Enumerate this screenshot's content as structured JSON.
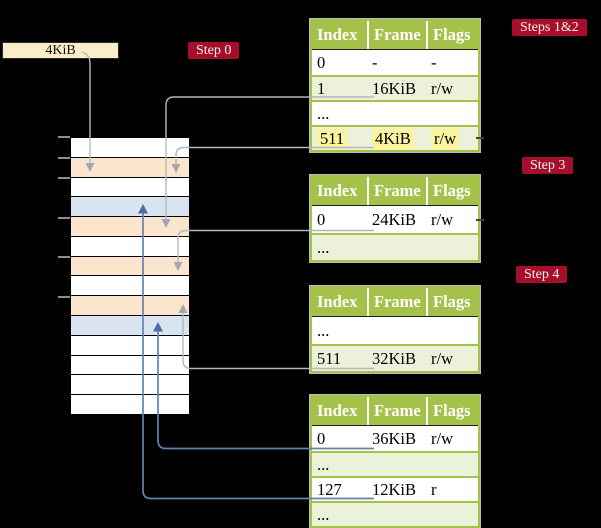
{
  "frame_label": {
    "text": "4KiB"
  },
  "badges": {
    "step0": "Step 0",
    "steps12": "Steps 1&2",
    "step3": "Step 3",
    "step4": "Step 4"
  },
  "memory": {
    "description": "physical memory frames, one row = 4KiB frame region",
    "rows": [
      "free",
      "page-table",
      "free",
      "mapped-page",
      "page-table",
      "free",
      "page-table",
      "free",
      "page-table",
      "mapped-page",
      "free",
      "free",
      "free",
      "free"
    ]
  },
  "tables": {
    "t1": {
      "headers": [
        "Index",
        "Frame",
        "Flags"
      ],
      "rows": [
        {
          "cells": [
            "0",
            "-",
            "-"
          ]
        },
        {
          "cells": [
            "1",
            "16KiB",
            "r/w"
          ]
        },
        {
          "cells": [
            "...",
            "",
            ""
          ]
        },
        {
          "cells": [
            "511",
            "4KiB",
            "r/w"
          ],
          "highlight": true
        }
      ]
    },
    "t2": {
      "headers": [
        "Index",
        "Frame",
        "Flags"
      ],
      "rows": [
        {
          "cells": [
            "0",
            "24KiB",
            "r/w"
          ]
        },
        {
          "cells": [
            "...",
            "",
            ""
          ]
        }
      ]
    },
    "t3": {
      "headers": [
        "Index",
        "Frame",
        "Flags"
      ],
      "rows": [
        {
          "cells": [
            "...",
            "",
            ""
          ]
        },
        {
          "cells": [
            "511",
            "32KiB",
            "r/w"
          ]
        }
      ]
    },
    "t4": {
      "headers": [
        "Index",
        "Frame",
        "Flags"
      ],
      "rows": [
        {
          "cells": [
            "0",
            "36KiB",
            "r/w"
          ]
        },
        {
          "cells": [
            "...",
            "",
            ""
          ]
        },
        {
          "cells": [
            "127",
            "12KiB",
            "r"
          ]
        },
        {
          "cells": [
            "...",
            "",
            ""
          ]
        }
      ]
    }
  },
  "connections": [
    "4KiB label -> frame at 4KiB (gray arrow down)",
    "table1 entry 1 (16KiB) -> frame at 16KiB (gray arrow down)",
    "table1 entry 511 (4KiB, highlighted) -> frame at 4KiB (gray arrow down)",
    "table2 entry 0 (24KiB) -> frame at 24KiB (gray arrow down)",
    "table3 entry 511 (32KiB) -> frame at 32KiB (gray arrow up)",
    "table4 entry 0 (36KiB) -> frame at 36KiB (blue arrow up)",
    "table4 entry 127 (12KiB) -> frame at 12KiB (blue arrow up)"
  ],
  "colors": {
    "background": "#000000",
    "badge_red": "#a60f2b",
    "header_green": "#a4c24a",
    "row_light_green": "#ecf2da",
    "frame_peach": "#fce5cd",
    "frame_blue": "#d9e4f1",
    "label_cream": "#faeec9",
    "highlight_yellow": "#fbf49c",
    "arrow_gray": "#b2b6bd",
    "arrow_blue": "#6283b1"
  }
}
